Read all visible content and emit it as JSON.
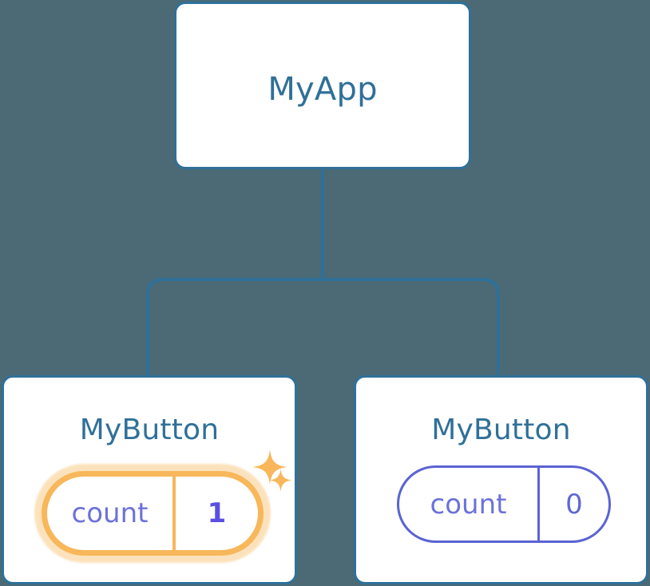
{
  "diagram": {
    "type": "component-tree",
    "background_color": "#4b6a75",
    "node_border_color": "#2f7099",
    "node_title_color": "#2f7099",
    "connector_color": "#2f7099",
    "highlight_color": "#f7b75a",
    "highlight_glow_color": "#fbdeb2",
    "state_color": "#5b63d3",
    "state_value_highlight_color": "#5b4fe3"
  },
  "root": {
    "title": "MyApp"
  },
  "children": [
    {
      "title": "MyButton",
      "highlighted": true,
      "state": {
        "key": "count",
        "value": "1"
      },
      "sparkles": [
        {
          "name": "sparkle-large"
        },
        {
          "name": "sparkle-small"
        }
      ]
    },
    {
      "title": "MyButton",
      "highlighted": false,
      "state": {
        "key": "count",
        "value": "0"
      }
    }
  ]
}
